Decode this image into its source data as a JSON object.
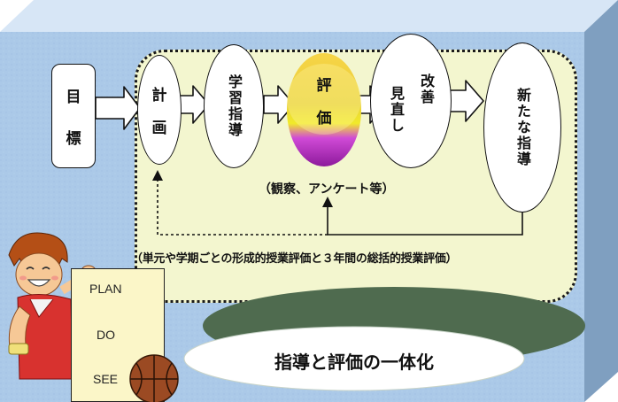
{
  "colors": {
    "panel_face": "#abc9e8",
    "panel_top": "#d7e6f6",
    "panel_side": "#7f9fc0",
    "dotted_area": "#f3f6cf",
    "arrow_fill": "#ffffff",
    "ellipse_base": "#4f6b4f",
    "evaluation_top": "#f3cf33",
    "evaluation_bottom": "#b52fc0"
  },
  "diagram": {
    "goal": {
      "chars": [
        "目",
        "標"
      ]
    },
    "plan": {
      "chars": [
        "計",
        "画"
      ]
    },
    "learning_guidance": {
      "text": "学習指導"
    },
    "evaluation": {
      "chars": [
        "評",
        "価"
      ]
    },
    "improve": {
      "col1": "改善",
      "col2": "見直し"
    },
    "new_guidance": {
      "text": "新たな指導"
    },
    "evaluation_note": "（観察、アンケート等）",
    "bottom_note": "（単元や学期ごとの形成的授業評価と３年間の総括的授業評価）"
  },
  "board": {
    "lines": [
      "PLAN",
      "DO",
      "SEE"
    ]
  },
  "summary": {
    "text": "指導と評価の一体化"
  },
  "icons": {
    "player": "basketball-player-icon",
    "ball": "basketball-icon"
  }
}
